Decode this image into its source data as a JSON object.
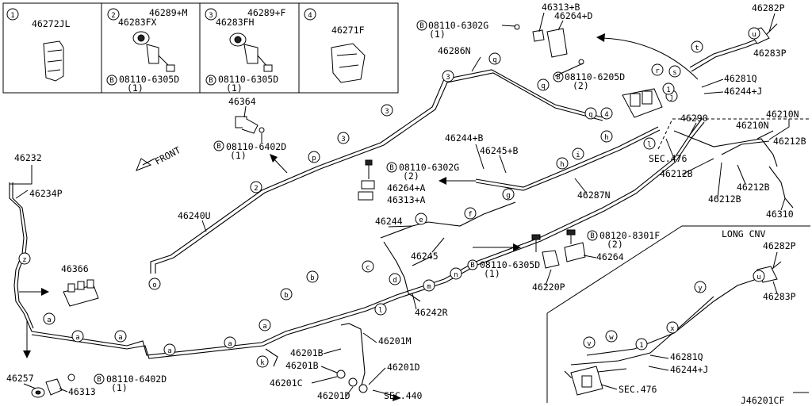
{
  "legend_box": [
    {
      "num": "1",
      "parts": [
        "46272JL"
      ]
    },
    {
      "num": "2",
      "parts": [
        "46289+M",
        "46283FX",
        "08110-6305D",
        "(1)"
      ]
    },
    {
      "num": "3",
      "parts": [
        "46289+F",
        "46283FH",
        "08110-6305D",
        "(1)"
      ]
    },
    {
      "num": "4",
      "parts": [
        "46271F"
      ]
    }
  ],
  "callouts": [
    "46313+B",
    "46264+D",
    "46282P",
    "08110-6302G",
    "(1)",
    "46283P",
    "46286N",
    "08110-6205D",
    "(2)",
    "46281Q",
    "46244+J",
    "46364",
    "08110-6402D",
    "(1)",
    "46210N",
    "46210N",
    "46290",
    "46212B",
    "SEC.476",
    "46212B",
    "46212B",
    "46212B",
    "46310",
    "46244+B",
    "46245+B",
    "08110-6302G",
    "(2)",
    "46264+A",
    "46313+A",
    "46287N",
    "46232",
    "46234P",
    "46240U",
    "46244",
    "08120-8301F",
    "(2)",
    "46264",
    "46245",
    "08110-6305D",
    "(1)",
    "46220P",
    "46366",
    "46242R",
    "LONG CNV",
    "46282P",
    "46283P",
    "46201M",
    "46201B",
    "46201B",
    "46201D",
    "46201C",
    "46201D",
    "SEC.440",
    "46257",
    "08110-6402D",
    "(1)",
    "46313",
    "46281Q",
    "46244+J",
    "SEC.476"
  ],
  "front_label": "FRONT",
  "letters": [
    "a",
    "b",
    "c",
    "d",
    "e",
    "f",
    "g",
    "h",
    "i",
    "j",
    "k",
    "l",
    "m",
    "n",
    "o",
    "p",
    "q",
    "r",
    "s",
    "t",
    "u",
    "v",
    "w",
    "x",
    "y",
    "z"
  ],
  "numbers": [
    "1",
    "2",
    "3",
    "4"
  ],
  "diagram_code": "J46201CF"
}
